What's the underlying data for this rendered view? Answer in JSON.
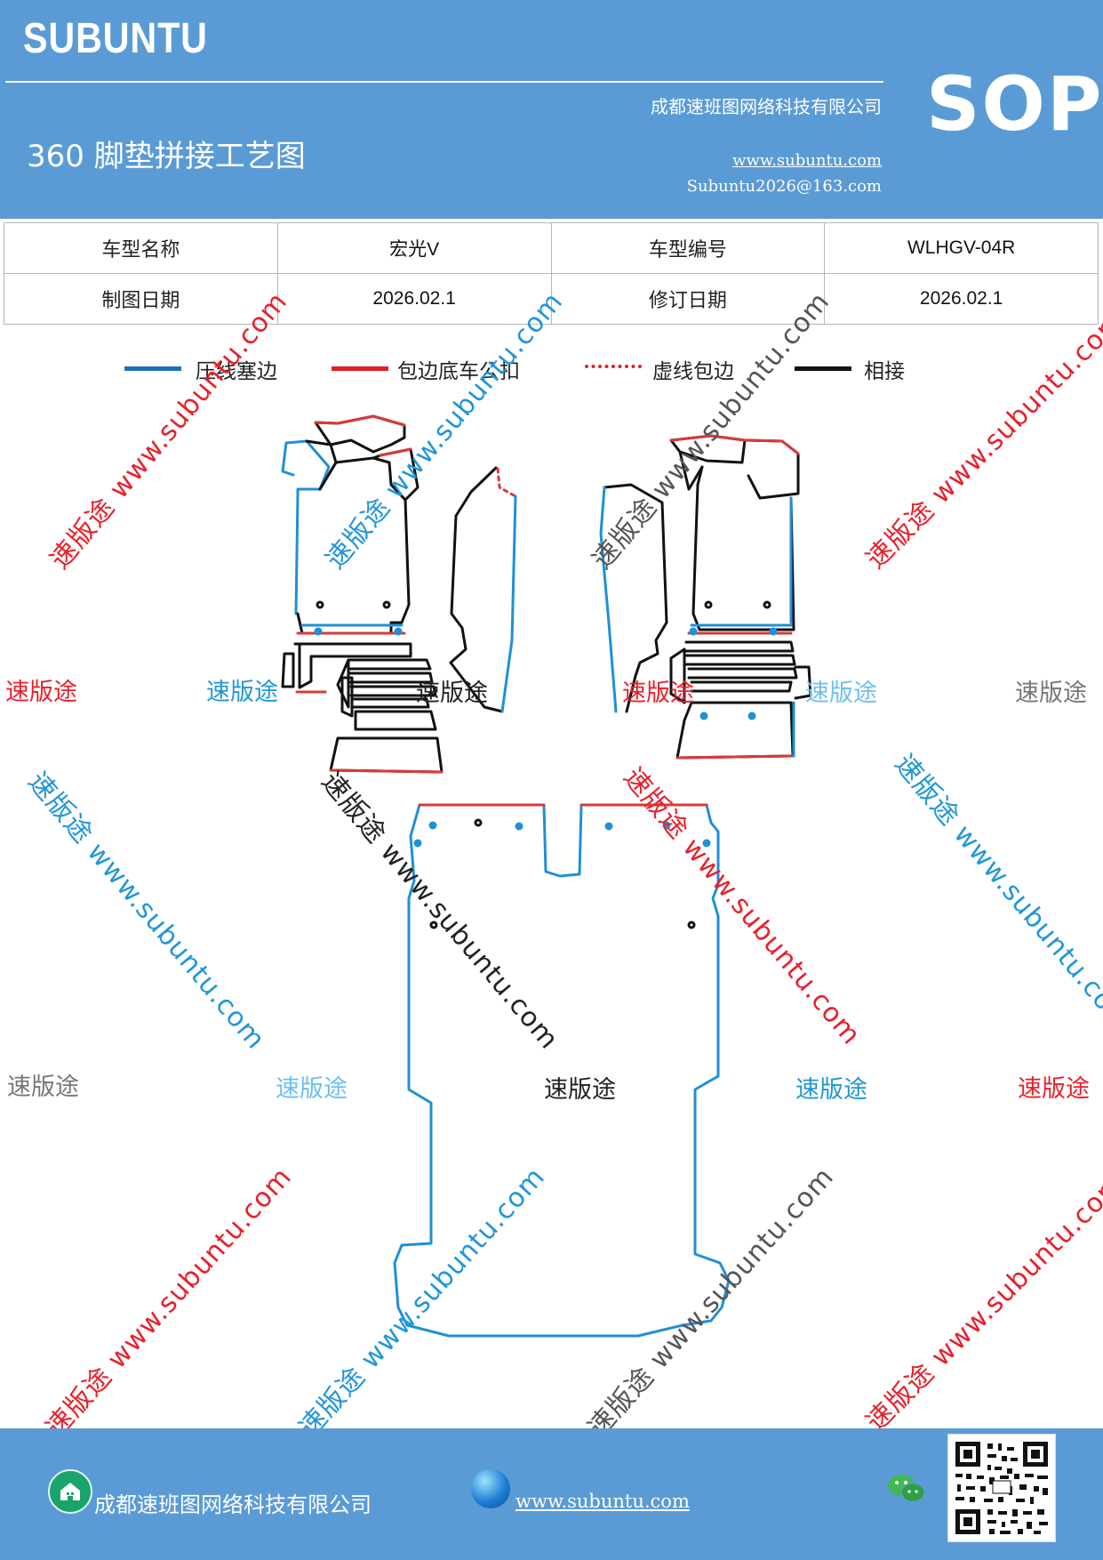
{
  "header": {
    "brand": "SUBUNTU",
    "sop": "SOP",
    "company": "成都速班图网络科技有限公司",
    "title": "360 脚垫拼接工艺图",
    "website": "www.subuntu.com",
    "email": "Subuntu2026@163.com"
  },
  "info_table": {
    "rows": [
      [
        "车型名称",
        "宏光V",
        "车型编号",
        "WLHGV-04R"
      ],
      [
        "制图日期",
        "2026.02.1",
        "修订日期",
        "2026.02.1"
      ]
    ]
  },
  "legend": [
    {
      "label": "压线塞边",
      "color": "#1f6fb8",
      "style": "solid"
    },
    {
      "label": "包边底车公扣",
      "color": "#e02020",
      "style": "solid"
    },
    {
      "label": "虚线包边",
      "color": "#e02020",
      "style": "dotted"
    },
    {
      "label": "相接",
      "color": "#111111",
      "style": "solid"
    }
  ],
  "watermarks": {
    "short": "速版途",
    "long": "速版途 www.subuntu.com",
    "url": "www.subuntu.com",
    "colors": {
      "red": "#e8202b",
      "blue": "#2196d8",
      "gray": "#777777",
      "black": "#222222"
    }
  },
  "footer": {
    "company": "成都速班图网络科技有限公司",
    "website": "www.subuntu.com",
    "icons": [
      "home-icon",
      "globe-icon",
      "wechat-icon",
      "qr-code"
    ]
  },
  "colors": {
    "header_bg": "#5b9bd5",
    "footer_bg": "#5b9bd5",
    "pattern_blue": "#1f8fd6",
    "pattern_red": "#d83a3a",
    "pattern_black": "#111111"
  }
}
